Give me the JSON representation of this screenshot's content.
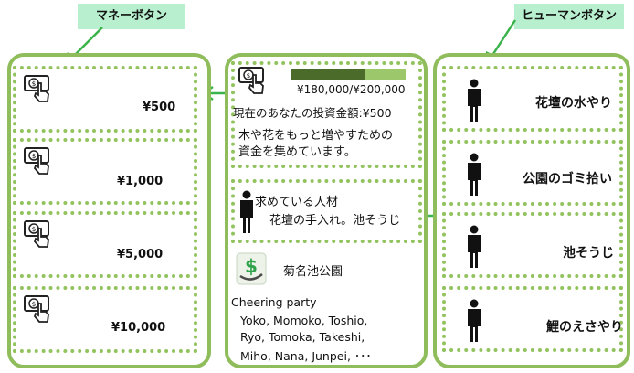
{
  "callouts": {
    "money": "マネーボタン",
    "human": "ヒューマンボタン"
  },
  "money_buttons": [
    {
      "amount": "¥500"
    },
    {
      "amount": "¥1,000"
    },
    {
      "amount": "¥5,000"
    },
    {
      "amount": "¥10,000"
    }
  ],
  "project": {
    "progress_text": "¥180,000/¥200,000",
    "progress_fraction": 0.9,
    "current_investment": "現在のあなたの投資金額:¥500",
    "description_line1": "木や花をもっと増やすための",
    "description_line2": "資金を集めています。",
    "wanted_title": "求めている人材",
    "wanted_jobs": "花壇の手入れ。池そうじ",
    "park_name": "菊名池公園",
    "cheering_title": "Cheering party",
    "cheering_line1": "Yoko, Momoko, Toshio,",
    "cheering_line2": "Ryo, Tomoka, Takeshi,",
    "cheering_line3": "Miho, Nana, Junpei, ･･･"
  },
  "human_buttons": [
    {
      "job": "花壇の水やり"
    },
    {
      "job": "公園のゴミ拾い"
    },
    {
      "job": "池そうじ"
    },
    {
      "job": "鯉のえさやり"
    }
  ],
  "colors": {
    "panel_border": "#8fbd5b",
    "dotted_border": "#93c35f",
    "callout_bg": "#b7efcf",
    "arrow": "#3ab34a",
    "progress_dark": "#4a6b2a",
    "progress_light": "#9cc76a"
  },
  "icons": {
    "money": "hand-pressing-coin-button-icon",
    "human": "person-silhouette-icon",
    "park_logo": "dollar-sign-icon"
  }
}
